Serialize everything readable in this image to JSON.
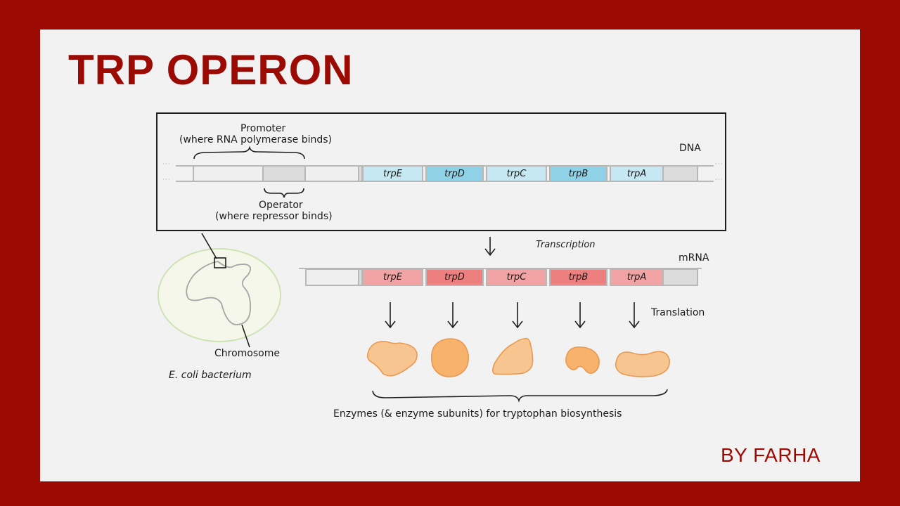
{
  "title": "TRP OPERON",
  "author": "BY FARHA",
  "colors": {
    "frame": "#9b0a03",
    "background": "#f2f2f2",
    "dna_gene_light": "#c6e8f2",
    "dna_gene_dark": "#8fd1e6",
    "mrna_gene_light": "#f2a3a3",
    "mrna_gene_dark": "#ee7f7f",
    "enzyme_fill": "#f7b26c",
    "enzyme_fill_light": "#f7c690",
    "enzyme_stroke": "#e99a52",
    "cell_fill": "#f4f7ea",
    "cell_stroke": "#cfe3b4"
  },
  "dna": {
    "label": "DNA",
    "promoter_label": "Promoter",
    "promoter_desc": "(where RNA polymerase binds)",
    "operator_label": "Operator",
    "operator_desc": "(where repressor binds)",
    "genes": [
      {
        "name": "trpE",
        "shade": "light"
      },
      {
        "name": "trpD",
        "shade": "dark"
      },
      {
        "name": "trpC",
        "shade": "light"
      },
      {
        "name": "trpB",
        "shade": "dark"
      },
      {
        "name": "trpA",
        "shade": "light"
      }
    ]
  },
  "transcription_label": "Transcription",
  "mrna": {
    "label": "mRNA",
    "genes": [
      {
        "name": "trpE",
        "shade": "light"
      },
      {
        "name": "trpD",
        "shade": "dark"
      },
      {
        "name": "trpC",
        "shade": "light"
      },
      {
        "name": "trpB",
        "shade": "dark"
      },
      {
        "name": "trpA",
        "shade": "light"
      }
    ]
  },
  "translation_label": "Translation",
  "enzymes_label": "Enzymes (& enzyme subunits) for tryptophan biosynthesis",
  "cell": {
    "chromosome_label": "Chromosome",
    "bacterium_label": "E. coli bacterium"
  }
}
